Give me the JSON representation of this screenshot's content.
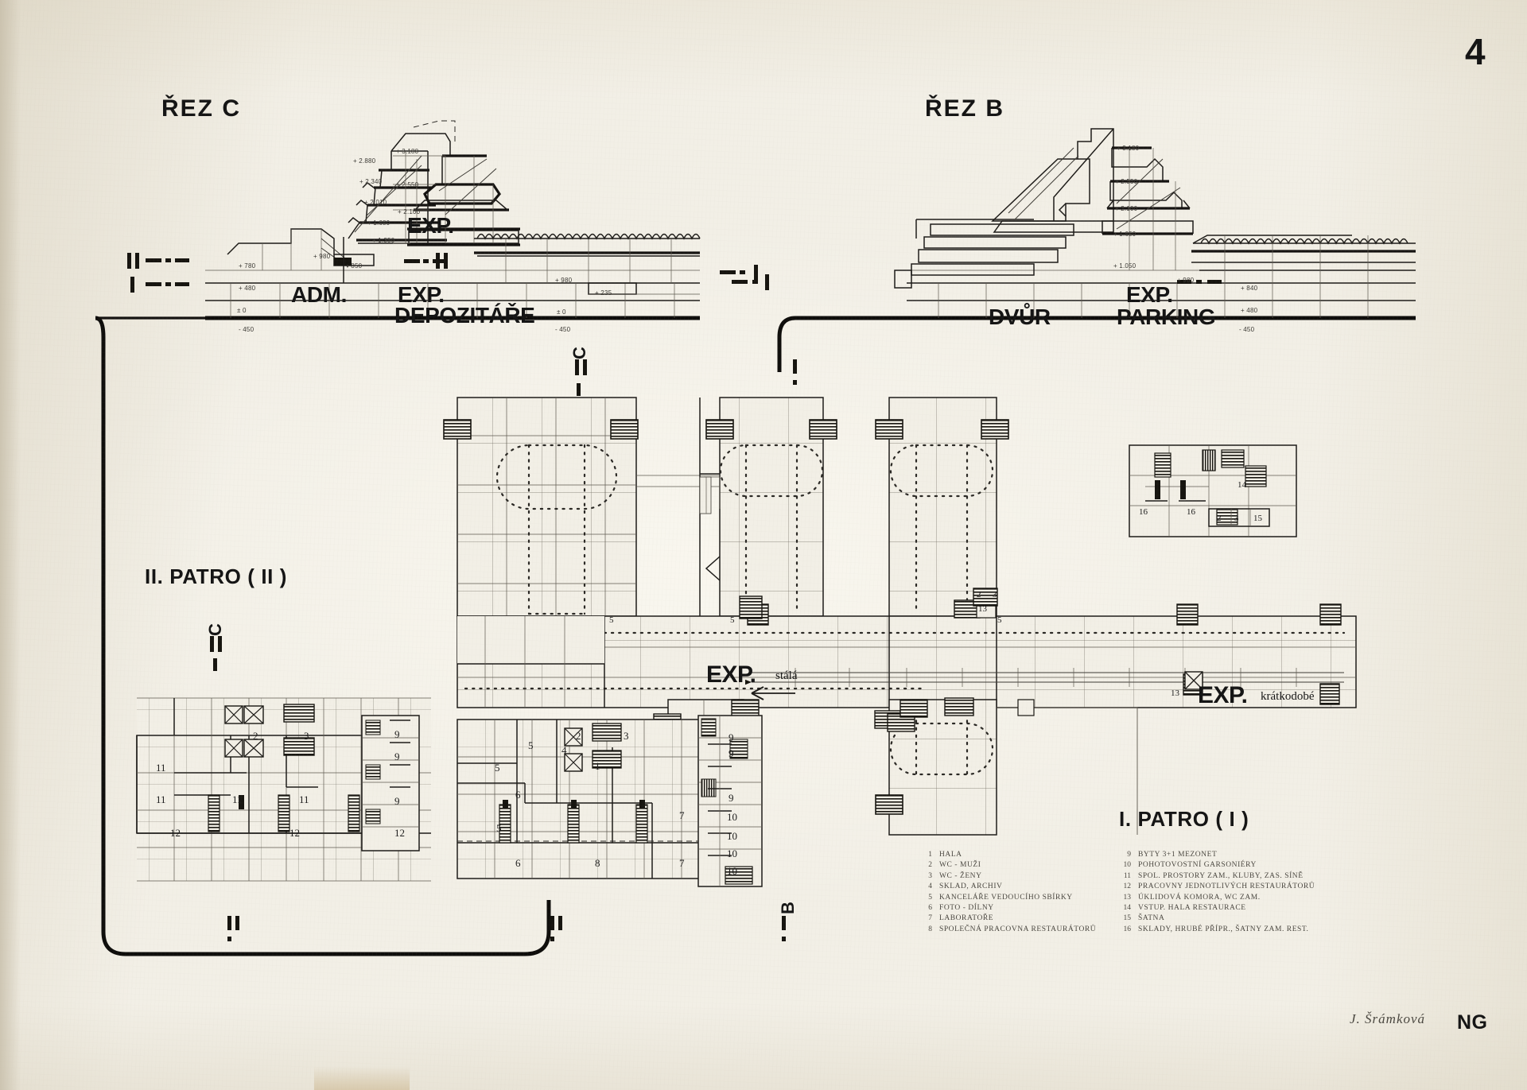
{
  "sheet": {
    "number": "4",
    "archive_mark": "NG",
    "signature": "J. Šrámková"
  },
  "sections": {
    "c": {
      "title": "ŘEZ C",
      "room_labels": [
        "EXP.",
        "ADM.",
        "EXP.",
        "DEPOZITÁŘE"
      ],
      "levels": [
        "+ 3.180",
        "+ 2.880",
        "+ 2.340",
        "+ 2.010",
        "+ 1.680",
        "+ 1.350",
        "+ 2.550",
        "+ 2.100",
        "+ 1.660",
        "+ 980",
        "+ 850",
        "+ 780",
        "+ 480",
        "+ 0",
        "- 450",
        "+ 980",
        "+ 235",
        "± 0",
        "- 450"
      ]
    },
    "b": {
      "title": "ŘEZ B",
      "room_labels": [
        "EXP.",
        "DVŮR",
        "PARKING"
      ],
      "levels": [
        "+ 3.180",
        "+ 2.550",
        "+ 2.100",
        "+ 1.650",
        "+ 1.050",
        "+ 980",
        "+ 840",
        "+ 480",
        "- 450"
      ]
    }
  },
  "plans": {
    "second_floor": {
      "title": "II. PATRO ( II )"
    },
    "first_floor": {
      "title": "I. PATRO ( I )"
    }
  },
  "exhibition_labels": [
    {
      "big": "EXP.",
      "sub": "stálá"
    },
    {
      "big": "EXP.",
      "sub": "krátkodobé"
    }
  ],
  "section_marks": [
    "C",
    "C",
    "B"
  ],
  "legend": {
    "left": [
      {
        "n": "1",
        "t": "HALA"
      },
      {
        "n": "2",
        "t": "WC - MUŽI"
      },
      {
        "n": "3",
        "t": "WC - ŽENY"
      },
      {
        "n": "4",
        "t": "SKLAD, ARCHIV"
      },
      {
        "n": "5",
        "t": "KANCELÁŘE VEDOUCÍHO SBÍRKY"
      },
      {
        "n": "6",
        "t": "FOTO - DÍLNY"
      },
      {
        "n": "7",
        "t": "LABORATOŘE"
      },
      {
        "n": "8",
        "t": "SPOLEČNÁ PRACOVNA RESTAURÁTORŮ"
      }
    ],
    "right": [
      {
        "n": "9",
        "t": "BYTY 3+1 MEZONET"
      },
      {
        "n": "10",
        "t": "POHOTOVOSTNÍ GARSONIÉRY"
      },
      {
        "n": "11",
        "t": "SPOL. PROSTORY ZAM., KLUBY, ZAS. SÍNĚ"
      },
      {
        "n": "12",
        "t": "PRACOVNY JEDNOTLIVÝCH RESTAURÁTORŮ"
      },
      {
        "n": "13",
        "t": "ÚKLIDOVÁ KOMORA, WC ZAM."
      },
      {
        "n": "14",
        "t": "VSTUP. HALA  RESTAURACE"
      },
      {
        "n": "15",
        "t": "ŠATNA"
      },
      {
        "n": "16",
        "t": "SKLADY, HRUBÉ PŘÍPR., ŠATNY ZAM. REST."
      }
    ]
  },
  "room_numbers": {
    "plan_left": [
      "2",
      "3",
      "11",
      "11",
      "11",
      "11",
      "12",
      "12",
      "12",
      "9",
      "9",
      "9"
    ],
    "plan_middle": [
      "2",
      "3",
      "5",
      "4",
      "5",
      "1",
      "6",
      "5",
      "6",
      "8",
      "7",
      "7",
      "9",
      "9",
      "9",
      "10",
      "10",
      "10",
      "10"
    ],
    "plan_upper_right": [
      "16",
      "16",
      "14",
      "2",
      "3",
      "15"
    ],
    "plan_misc": [
      "2",
      "3",
      "13",
      "13",
      "5",
      "5",
      "5"
    ]
  },
  "colors": {
    "paper": "#f2efe6",
    "ink": "#1d1b18",
    "pencil": "#5d594f",
    "heavy_ink": "#141210"
  }
}
